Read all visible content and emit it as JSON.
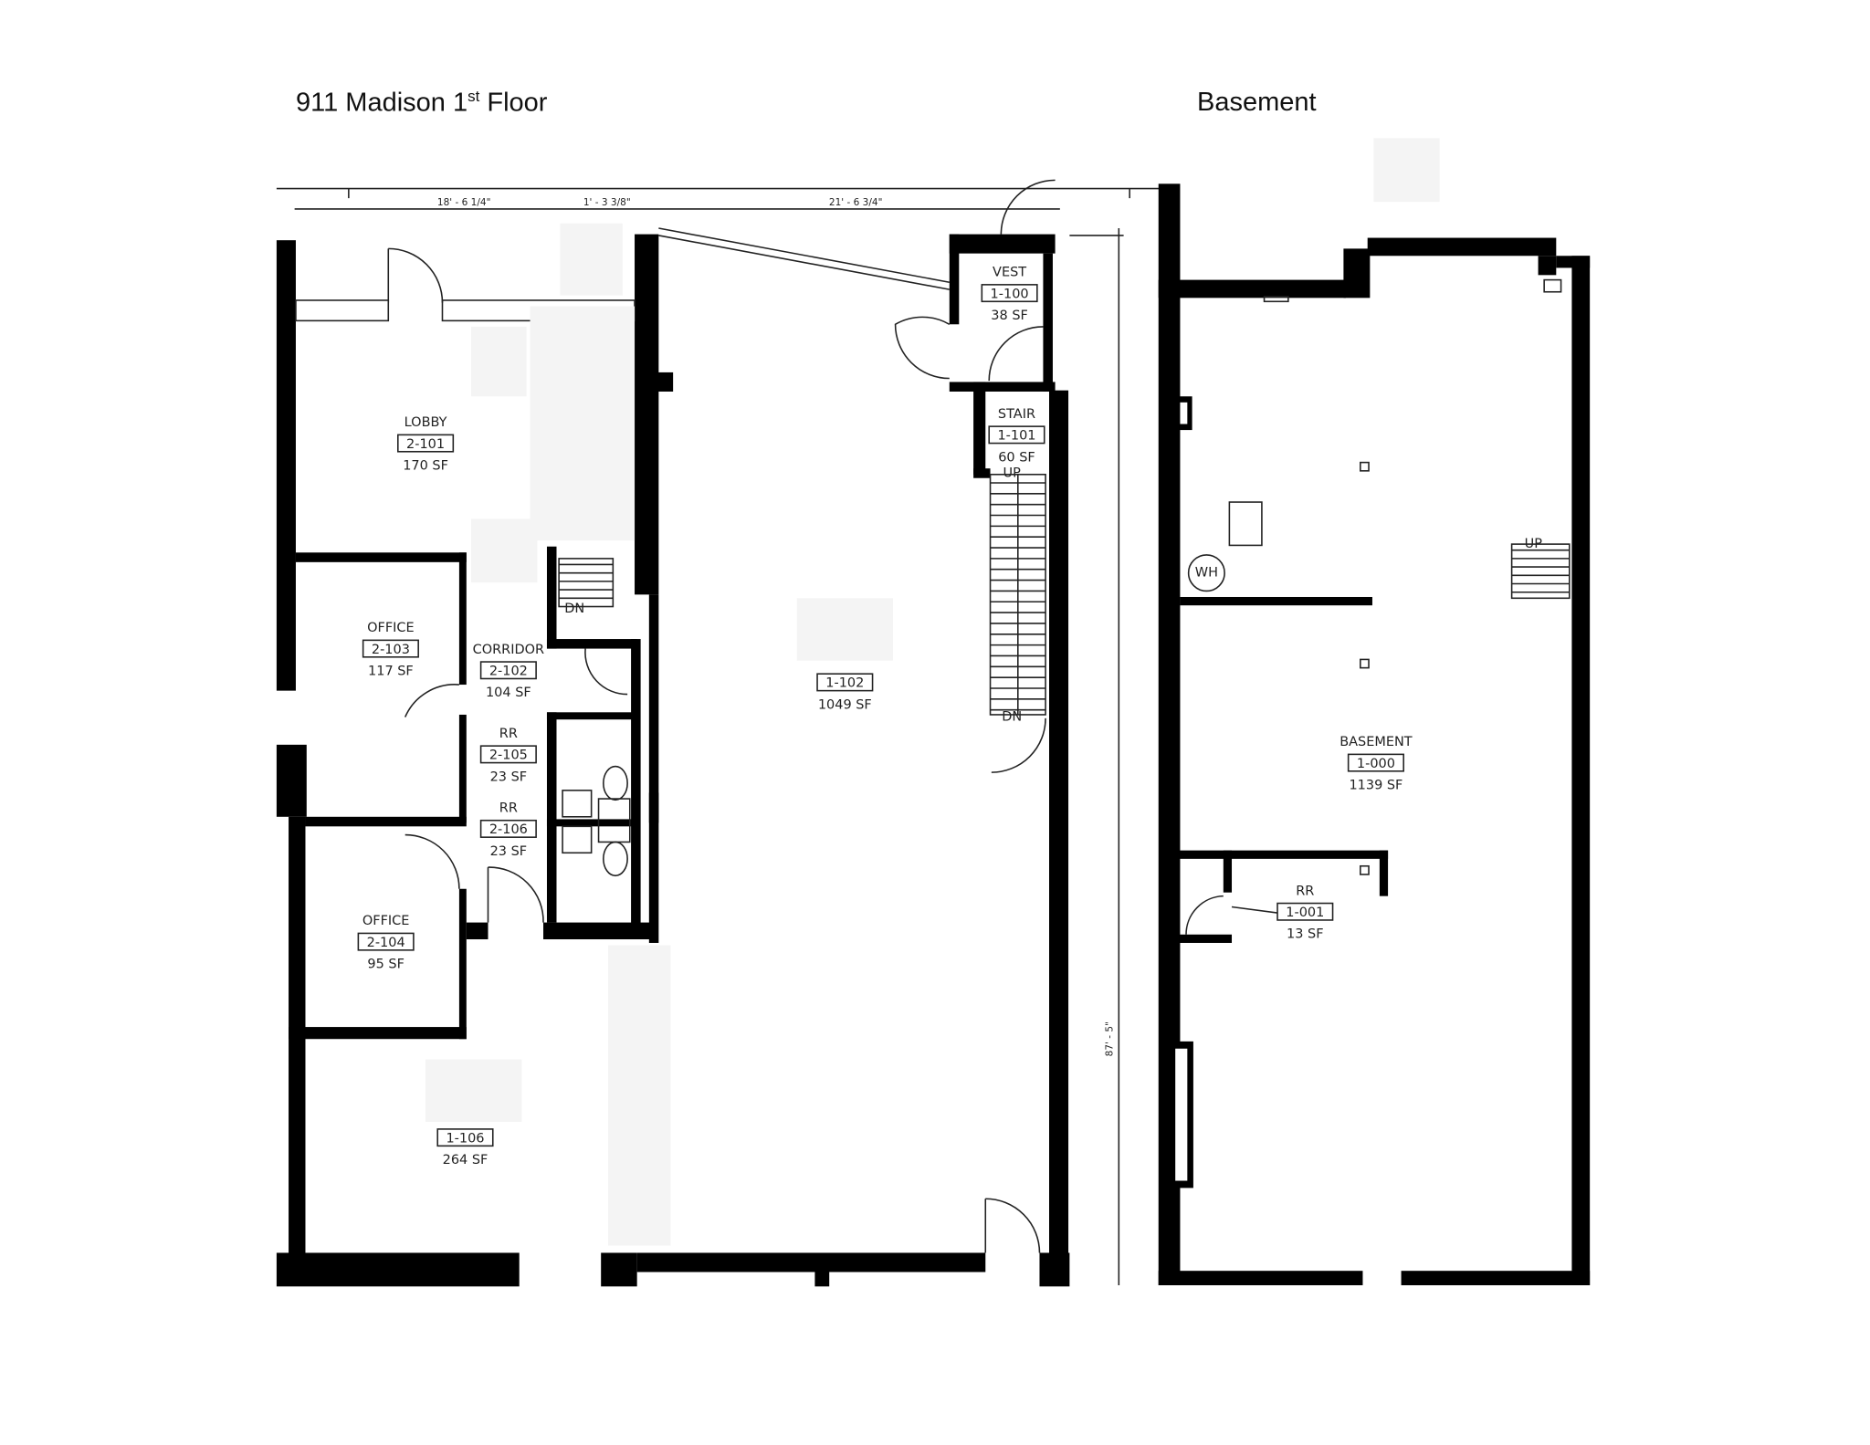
{
  "titles": {
    "first_floor": "911 Madison 1",
    "first_floor_sup": "st",
    "first_floor_suffix": " Floor",
    "basement": "Basement"
  },
  "dimensions": {
    "d1": "18' - 6 1/4\"",
    "d2": "1' - 3 3/8\"",
    "d3": "21' - 6 3/4\"",
    "d4": "87' - 5\""
  },
  "rooms": {
    "vest": {
      "name": "VEST",
      "number": "1-100",
      "area": "38 SF"
    },
    "stair": {
      "name": "STAIR",
      "number": "1-101",
      "area": "60 SF"
    },
    "lobby": {
      "name": "LOBBY",
      "number": "2-101",
      "area": "170 SF"
    },
    "office103": {
      "name": "OFFICE",
      "number": "2-103",
      "area": "117 SF"
    },
    "corridor": {
      "name": "CORRIDOR",
      "number": "2-102",
      "area": "104 SF"
    },
    "rr105": {
      "name": "RR",
      "number": "2-105",
      "area": "23 SF"
    },
    "rr106": {
      "name": "RR",
      "number": "2-106",
      "area": "23 SF"
    },
    "office104": {
      "name": "OFFICE",
      "number": "2-104",
      "area": "95 SF"
    },
    "main": {
      "number": "1-102",
      "area": "1049 SF"
    },
    "r106": {
      "number": "1-106",
      "area": "264 SF"
    },
    "basement": {
      "name": "BASEMENT",
      "number": "1-000",
      "area": "1139 SF"
    },
    "rr001": {
      "name": "RR",
      "number": "1-001",
      "area": "13 SF"
    }
  },
  "markers": {
    "up": "UP",
    "dn": "DN",
    "wh": "WH"
  }
}
